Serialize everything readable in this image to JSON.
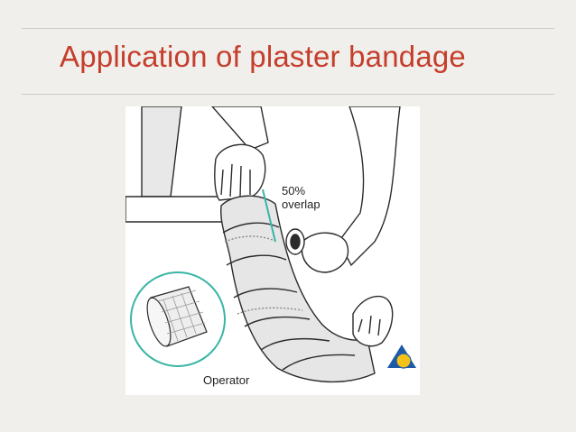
{
  "slide": {
    "title": "Application of plaster bandage"
  },
  "figure": {
    "overlap_percent_label": "50%",
    "overlap_text_label": "overlap",
    "operator_label": "Operator",
    "colors": {
      "accent_line": "#3ab5a6",
      "outline": "#2b2b2b",
      "bandage_fill": "#e6e6e6",
      "skin_fill": "#ffffff",
      "badge_blue": "#1f5aa6",
      "badge_yellow": "#f2c21b"
    }
  }
}
